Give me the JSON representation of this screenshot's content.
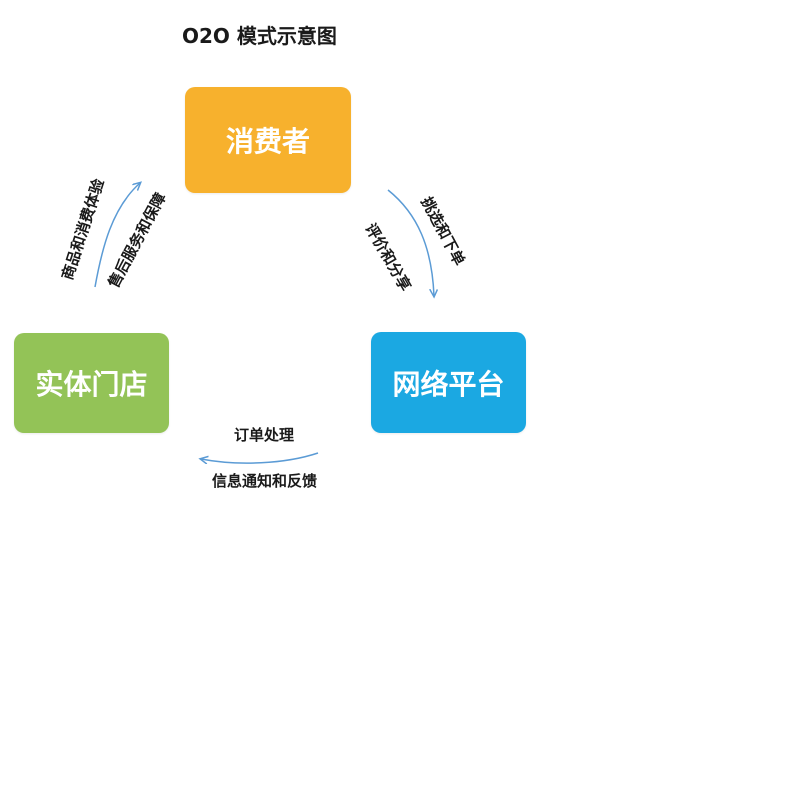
{
  "title": "O2O 模式示意图",
  "nodes": {
    "consumer": {
      "label": "消费者",
      "color": "#F7B12D"
    },
    "store": {
      "label": "实体门店",
      "color": "#93C357"
    },
    "platform": {
      "label": "网络平台",
      "color": "#1BA8E2"
    }
  },
  "flows": {
    "consumer_to_platform": {
      "primary": "挑选和下单",
      "secondary": "评价和分享"
    },
    "platform_to_store": {
      "primary": "订单处理",
      "secondary": "信息通知和反馈"
    },
    "store_to_consumer": {
      "primary": "商品和消费体验",
      "secondary": "售后服务和保障"
    }
  },
  "arrow_color": "#5B9BD5"
}
